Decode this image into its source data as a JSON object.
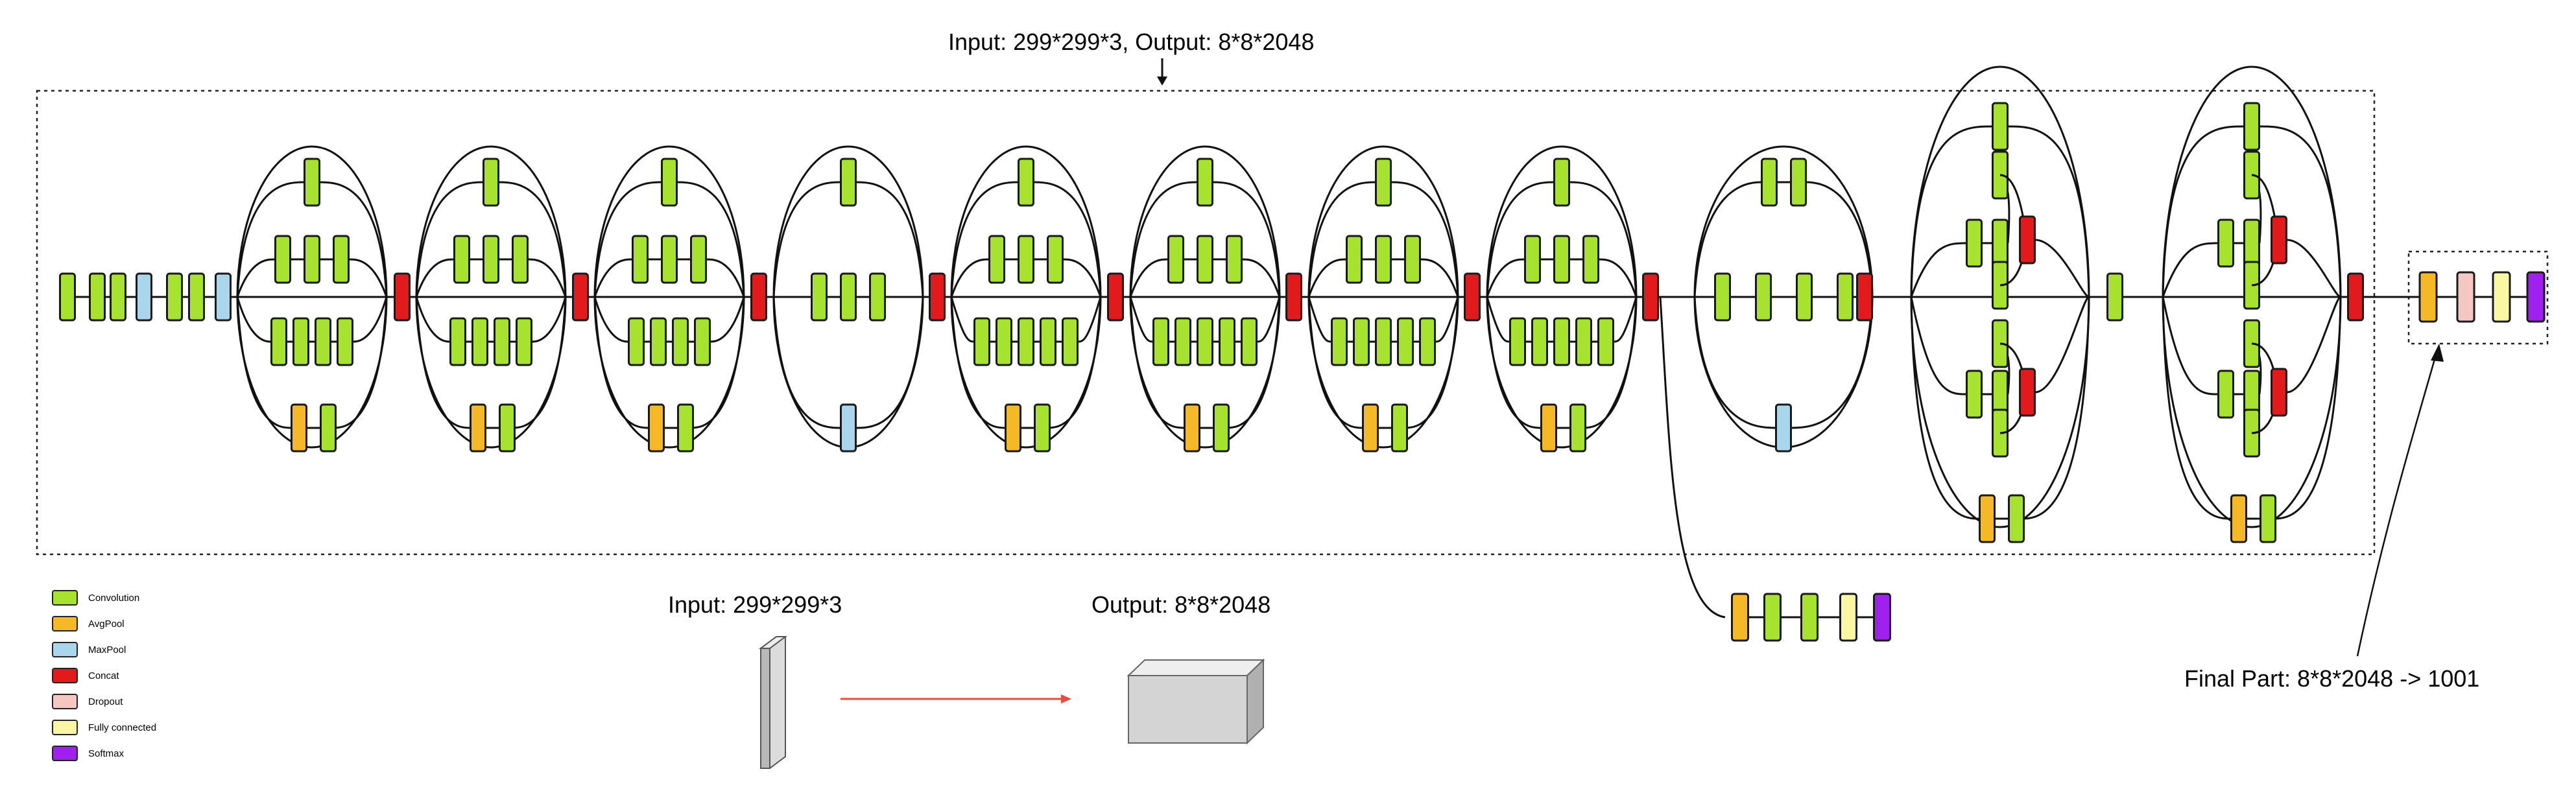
{
  "header": {
    "top_label": "Input: 299*299*3, Output: 8*8*2048"
  },
  "legend": [
    {
      "key": "conv",
      "label": "Convolution",
      "color": "#a6e22e"
    },
    {
      "key": "avgpool",
      "label": "AvgPool",
      "color": "#f5b928"
    },
    {
      "key": "maxpool",
      "label": "MaxPool",
      "color": "#a9d6ec"
    },
    {
      "key": "concat",
      "label": "Concat",
      "color": "#e31a1c"
    },
    {
      "key": "dropout",
      "label": "Dropout",
      "color": "#f4c7c3"
    },
    {
      "key": "fc",
      "label": "Fully connected",
      "color": "#fbf6a2"
    },
    {
      "key": "softmax",
      "label": "Softmax",
      "color": "#a020f0"
    }
  ],
  "summary": {
    "input_label": "Input: 299*299*3",
    "output_label": "Output: 8*8*2048"
  },
  "final": {
    "label": "Final Part: 8*8*2048 -> 1001"
  },
  "stem": [
    "conv",
    "conv",
    "conv",
    "maxpool",
    "conv",
    "conv",
    "maxpool"
  ],
  "modules": [
    {
      "type": "A"
    },
    {
      "type": "A"
    },
    {
      "type": "A"
    },
    {
      "type": "redA"
    },
    {
      "type": "B"
    },
    {
      "type": "B"
    },
    {
      "type": "B"
    },
    {
      "type": "B"
    },
    {
      "type": "redB"
    },
    {
      "type": "C"
    },
    {
      "type": "C"
    }
  ],
  "aux_head": [
    "avgpool",
    "conv",
    "conv",
    "fc",
    "softmax"
  ],
  "final_head": [
    "avgpool",
    "dropout",
    "fc",
    "softmax"
  ]
}
